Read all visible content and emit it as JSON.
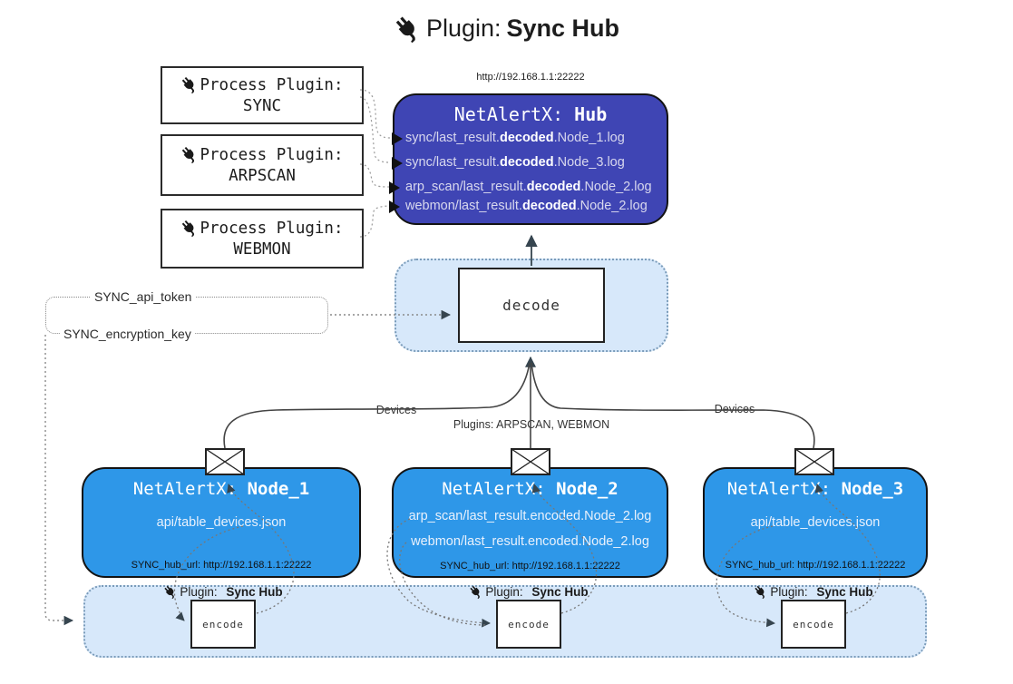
{
  "title": {
    "prefix": "Plugin:",
    "name": "Sync Hub"
  },
  "process_plugins": [
    {
      "label": "Process Plugin:",
      "name": "SYNC"
    },
    {
      "label": "Process Plugin:",
      "name": "ARPSCAN"
    },
    {
      "label": "Process Plugin:",
      "name": "WEBMON"
    }
  ],
  "hub": {
    "url": "http://192.168.1.1:22222",
    "title_prefix": "NetAlertX:",
    "title_name": "Hub",
    "rows": [
      {
        "pre": "sync/last_result.",
        "bold": "decoded",
        "post": ".Node_1.log"
      },
      {
        "pre": "sync/last_result.",
        "bold": "decoded",
        "post": ".Node_3.log"
      },
      {
        "pre": "arp_scan/last_result.",
        "bold": "decoded",
        "post": ".Node_2.log"
      },
      {
        "pre": "webmon/last_result.",
        "bold": "decoded",
        "post": ".Node_2.log"
      }
    ]
  },
  "decode_label": "decode",
  "secrets": {
    "api_token": "SYNC_api_token",
    "encryption_key": "SYNC_encryption_key"
  },
  "edge_labels": {
    "devices_left": "Devices",
    "plugins_mid": "Plugins: ARPSCAN, WEBMON",
    "devices_right": "Devices"
  },
  "nodes": [
    {
      "title_prefix": "NetAlertX:",
      "title_name": "Node_1",
      "files": [
        "api/table_devices.json"
      ],
      "footer": "SYNC_hub_url: http://192.168.1.1:22222"
    },
    {
      "title_prefix": "NetAlertX:",
      "title_name": "Node_2",
      "files": [
        "arp_scan/last_result.encoded.Node_2.log",
        "webmon/last_result.encoded.Node_2.log"
      ],
      "footer": "SYNC_hub_url: http://192.168.1.1:22222"
    },
    {
      "title_prefix": "NetAlertX:",
      "title_name": "Node_3",
      "files": [
        "api/table_devices.json"
      ],
      "footer": "SYNC_hub_url: http://192.168.1.1:22222"
    }
  ],
  "encoders": [
    {
      "label_prefix": "Plugin:",
      "label_name": "Sync Hub",
      "box_label": "encode"
    },
    {
      "label_prefix": "Plugin:",
      "label_name": "Sync Hub",
      "box_label": "encode"
    },
    {
      "label_prefix": "Plugin:",
      "label_name": "Sync Hub",
      "box_label": "encode"
    }
  ],
  "colors": {
    "hub_fill": "#3f45b4",
    "node_fill": "#2e97e8",
    "cluster_fill": "#d7e8fa",
    "cluster_border": "#7b9cba",
    "arrow": "#36454f"
  }
}
